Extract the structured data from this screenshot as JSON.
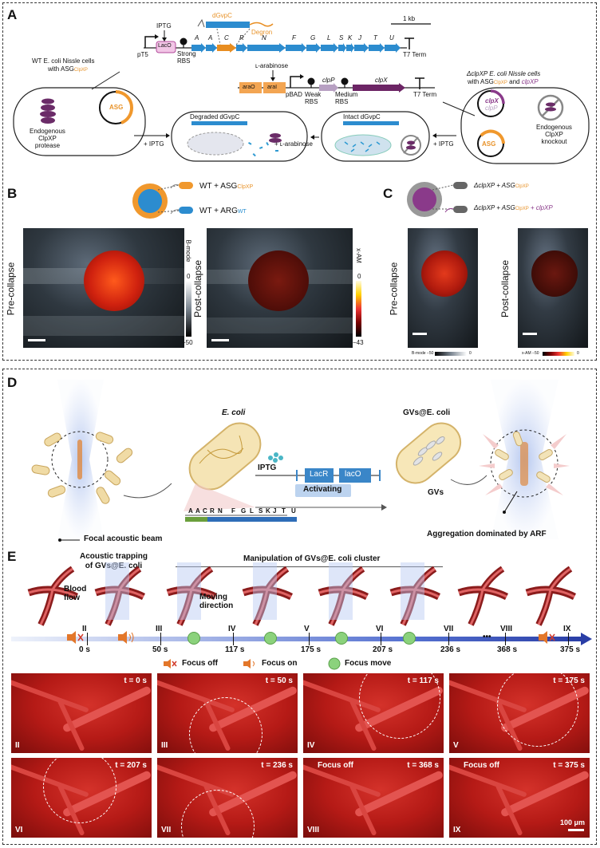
{
  "panelA": {
    "label": "A",
    "iptg": "IPTG",
    "laco": "LacO",
    "pt5": "pT5",
    "strong_rbs": "Strong\nRBS",
    "dgvpc": "dGvpC",
    "degron": "Degron",
    "scale": "1 kb",
    "genes": [
      "A",
      "A",
      "C",
      "R",
      "N",
      "F",
      "G",
      "L",
      "S",
      "K",
      "J",
      "T",
      "U"
    ],
    "t7": "T7 Term",
    "larab": "ʟ-arabinose",
    "arao": "araO",
    "arai": "araI",
    "pbad": "pBAD",
    "weak_rbs": "Weak\nRBS",
    "clpp": "clpP",
    "medium_rbs": "Medium\nRBS",
    "clpx": "clpX",
    "t7b": "T7 Term",
    "wt_line1": "WT E. coli Nissle cells",
    "wt_line2": "with ASG",
    "wt_sub": "ClpXP",
    "asg": "ASG",
    "endogenous": "Endogenous\nClpXP\nprotease",
    "plus_iptg1": "+ IPTG",
    "degraded": "Degraded dGvpC",
    "plus_larab": "+ ʟ-arabinose",
    "intact": "Intact dGvpC",
    "plus_iptg2": "+ IPTG",
    "dclpxp_line1": "ΔclpXP E. coli Nissle cells",
    "dclpxp_line2a": "with ASG",
    "dclpxp_sub": "ClpXP",
    "dclpxp_line2b": " and ",
    "dclpxp_clpxp": "clpXP",
    "clpx_small": "clpX",
    "clpp_small": "clpP",
    "asg2": "ASG",
    "knockout": "Endogenous\nClpXP\nknockout"
  },
  "panelB": {
    "label": "B",
    "legend1": "WT + ASG",
    "legend1_sub": "ClpXP",
    "legend2": "WT + ARG",
    "legend2_sub": "WT",
    "pre": "Pre-collapse",
    "post": "Post-collapse",
    "bmode": "B-mode",
    "bmode_top": "0",
    "bmode_bot": "−50",
    "xam": "x-AM",
    "xam_top": "0",
    "xam_bot": "−43"
  },
  "panelC": {
    "label": "C",
    "legend1a": "ΔclpXP + ASG",
    "legend1_sub": "ClpXP",
    "legend2a": "ΔclpXP + ASG",
    "legend2_sub": "ClpXP",
    "legend2b": " + clpXP",
    "pre": "Pre-collapse",
    "post": "Post-collapse",
    "bmode_l": "B-mode −50",
    "bmode_r": "0",
    "xam_l": "x-AM −50",
    "xam_r": "0"
  },
  "panelD": {
    "label": "D",
    "ecoli": "E. coli",
    "gvs_ecoli": "GVs@E. coli",
    "iptg": "IPTG",
    "lacr": "LacR",
    "laco": "lacO",
    "activating": "Activating",
    "gvs": "GVs",
    "genes": [
      "A",
      "A",
      "C",
      "R",
      "N",
      "F",
      "G",
      "L",
      "S",
      "K",
      "J",
      "T",
      "U"
    ],
    "focal": "Focal acoustic beam",
    "aggregation": "Aggregation dominated by ARF"
  },
  "panelE": {
    "label": "E",
    "trap_title": "Acoustic trapping\nof GVs@E. coli",
    "manip_title": "Manipulation of GVs@E. coli cluster",
    "blood_flow": "Blood\nflow",
    "moving": "Moving\ndirection",
    "timeline": [
      {
        "roman": "II",
        "time": "0 s"
      },
      {
        "roman": "III",
        "time": "50 s"
      },
      {
        "roman": "IV",
        "time": "117 s"
      },
      {
        "roman": "V",
        "time": "175 s"
      },
      {
        "roman": "VI",
        "time": "207 s"
      },
      {
        "roman": "VII",
        "time": "236 s"
      },
      {
        "roman": "VIII",
        "time": "368 s"
      },
      {
        "roman": "IX",
        "time": "375 s"
      }
    ],
    "dots": "•••",
    "legend_off": "Focus off",
    "legend_on": "Focus on",
    "legend_move": "Focus move",
    "frames": [
      {
        "roman": "II",
        "t": "t = 0 s"
      },
      {
        "roman": "III",
        "t": "t = 50 s"
      },
      {
        "roman": "IV",
        "t": "t = 117 s"
      },
      {
        "roman": "V",
        "t": "t = 175 s"
      },
      {
        "roman": "VI",
        "t": "t = 207 s"
      },
      {
        "roman": "VII",
        "t": "t = 236 s"
      },
      {
        "roman": "VIII",
        "t": "t = 368 s",
        "extra": "Focus off"
      },
      {
        "roman": "IX",
        "t": "t = 375 s",
        "extra": "Focus off"
      }
    ],
    "scalebar": "100 μm"
  }
}
